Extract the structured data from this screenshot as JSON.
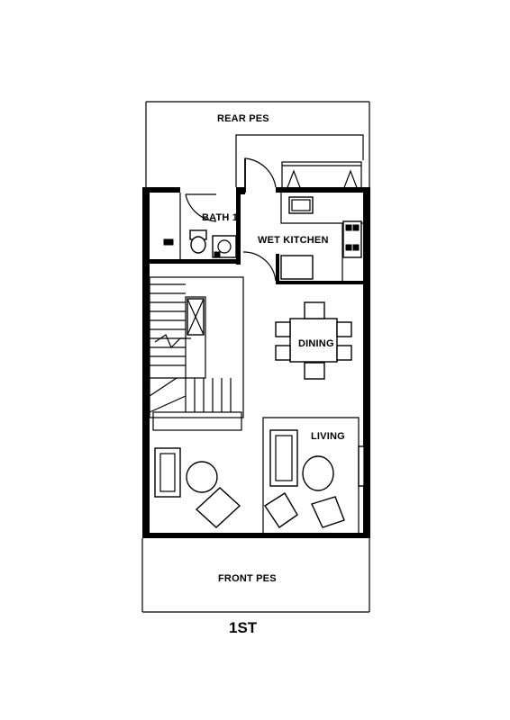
{
  "rooms": {
    "rear_pes": "REAR PES",
    "bath": "BATH 1",
    "wet_kitchen": "WET KITCHEN",
    "dining": "DINING",
    "living": "LIVING",
    "front_pes": "FRONT PES"
  },
  "floor_label": "1ST",
  "colors": {
    "ink": "#000000",
    "paper": "#ffffff"
  }
}
